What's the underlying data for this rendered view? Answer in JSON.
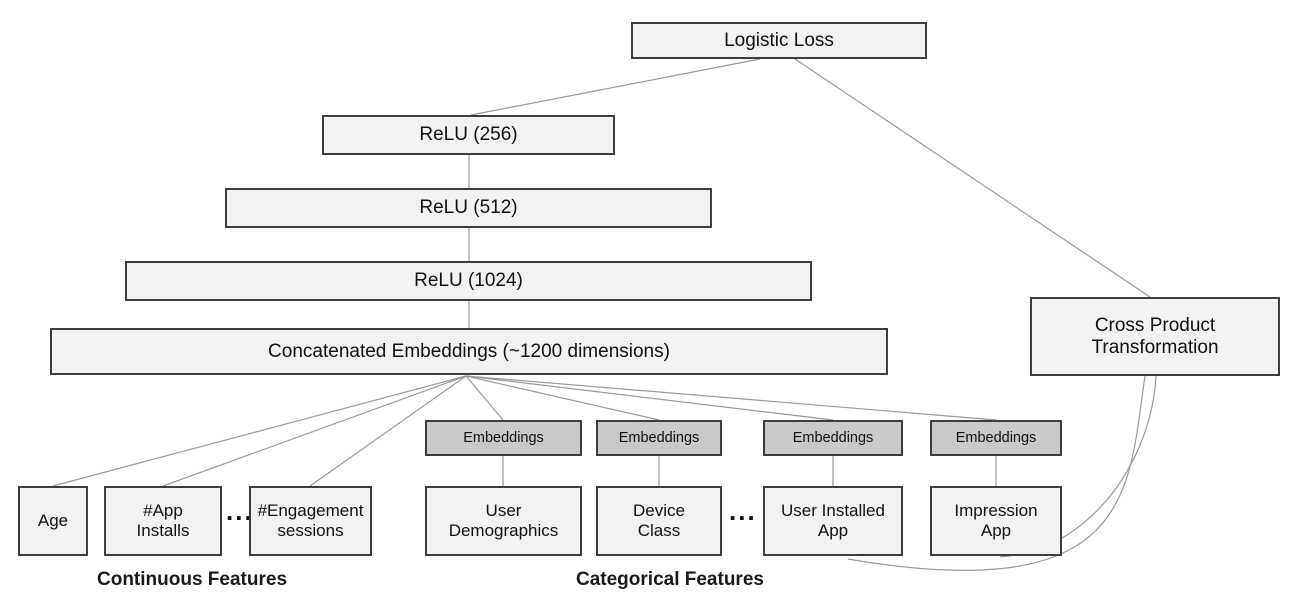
{
  "diagram": {
    "nodes": {
      "logistic_loss": "Logistic Loss",
      "relu_256": "ReLU (256)",
      "relu_512": "ReLU (512)",
      "relu_1024": "ReLU (1024)",
      "concatenated_embeddings": "Concatenated Embeddings (~1200 dimensions)",
      "cross_product_transformation": "Cross Product Transformation",
      "embeddings_1": "Embeddings",
      "embeddings_2": "Embeddings",
      "embeddings_3": "Embeddings",
      "embeddings_4": "Embeddings",
      "age": "Age",
      "app_installs": "#App Installs",
      "engagement_sessions": "#Engagement sessions",
      "user_demographics": "User Demographics",
      "device_class": "Device Class",
      "user_installed_app": "User Installed App",
      "impression_app": "Impression App"
    },
    "ellipsis_continuous": "...",
    "ellipsis_categorical": "...",
    "group_labels": {
      "continuous": "Continuous Features",
      "categorical": "Categorical Features"
    },
    "colors": {
      "node_fill": "#f2f2f2",
      "embedding_fill": "#c9c9c9",
      "border": "#3d3d3d",
      "edge": "#9a9a9a",
      "background": "#ffffff"
    }
  }
}
